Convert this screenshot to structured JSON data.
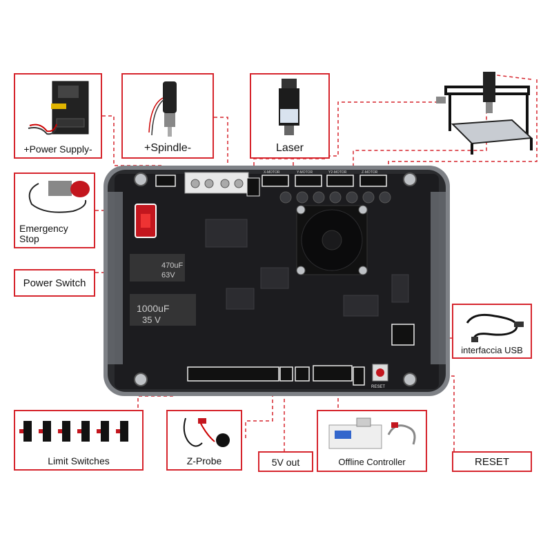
{
  "labels": {
    "power_supply": "+Power Supply-",
    "spindle": "+Spindle-",
    "laser": "Laser",
    "emergency_stop_line1": "Emergency",
    "emergency_stop_line2": "Stop",
    "power_switch": "Power Switch",
    "usb": "interfaccia USB",
    "limit_switches": "Limit Switches",
    "z_probe": "Z-Probe",
    "five_v_out": "5V out",
    "offline_controller": "Offline Controller",
    "reset": "RESET"
  },
  "board_text": {
    "cap1": "470uF",
    "cap1_v": "63V",
    "cap2": "1000uF",
    "cap2_v": "35  V",
    "motor_x": "X-MOTOR",
    "motor_y": "Y-MOTOR",
    "motor_y2": "Y2-MOTOR",
    "motor_z": "Z-MOTOR",
    "reset_small": "RESET"
  },
  "colors": {
    "accent": "#d6242c",
    "board": "#1e1e20",
    "acrylic": "#8a8d92"
  }
}
